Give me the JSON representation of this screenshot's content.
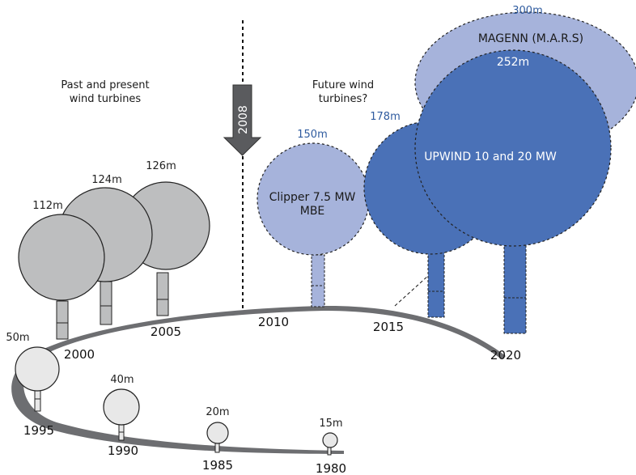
{
  "heading_past": [
    "Past and present",
    "wind turbines"
  ],
  "heading_future": [
    "Future wind",
    "turbines?"
  ],
  "arrow_label": "2008",
  "years": [
    "1980",
    "1985",
    "1990",
    "1995",
    "2000",
    "2005",
    "2010",
    "2015",
    "2020"
  ],
  "past_turbines": [
    {
      "year": "1980",
      "diameter": "15m"
    },
    {
      "year": "1985",
      "diameter": "20m"
    },
    {
      "year": "1990",
      "diameter": "40m"
    },
    {
      "year": "1995",
      "diameter": "50m"
    },
    {
      "year": "2000",
      "diameter": "112m"
    },
    {
      "year": "2000",
      "diameter": "124m"
    },
    {
      "year": "2005",
      "diameter": "126m"
    }
  ],
  "future_turbines": [
    {
      "name_lines": [
        "Clipper 7.5 MW",
        "MBE"
      ],
      "diameter": "150m"
    },
    {
      "name_lines": [],
      "diameter": "178m"
    },
    {
      "name_lines": [
        "UPWIND 10 and 20 MW"
      ],
      "diameter": "252m"
    },
    {
      "name_lines": [
        "MAGENN (M.A.R.S)"
      ],
      "diameter": "300m"
    }
  ],
  "colors": {
    "past_large": "#bdbebf",
    "past_small": "#e8e8e8",
    "future_light": "#a6b3db",
    "future_dark": "#4a71b7",
    "track": "#6d6e71",
    "diameter_blue": "#2f5b9f"
  }
}
